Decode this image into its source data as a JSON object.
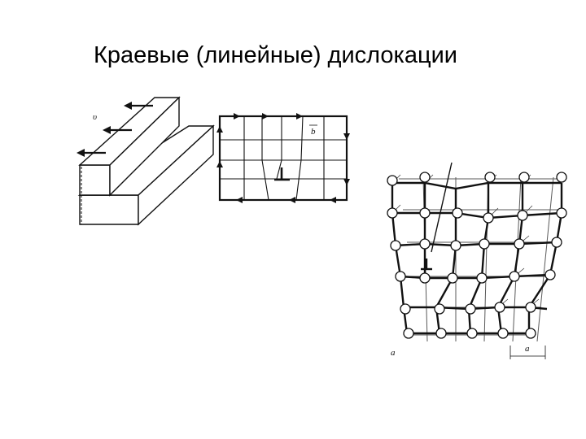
{
  "slide": {
    "title": "Краевые (линейные) дислокации"
  },
  "figure_1": {
    "label_v": "υ"
  },
  "figure_2": {
    "label_b": "b",
    "symbol": "⊥"
  },
  "figure_3": {
    "label_a_left": "a",
    "label_a_bottom": "a",
    "symbol": "⊥"
  }
}
